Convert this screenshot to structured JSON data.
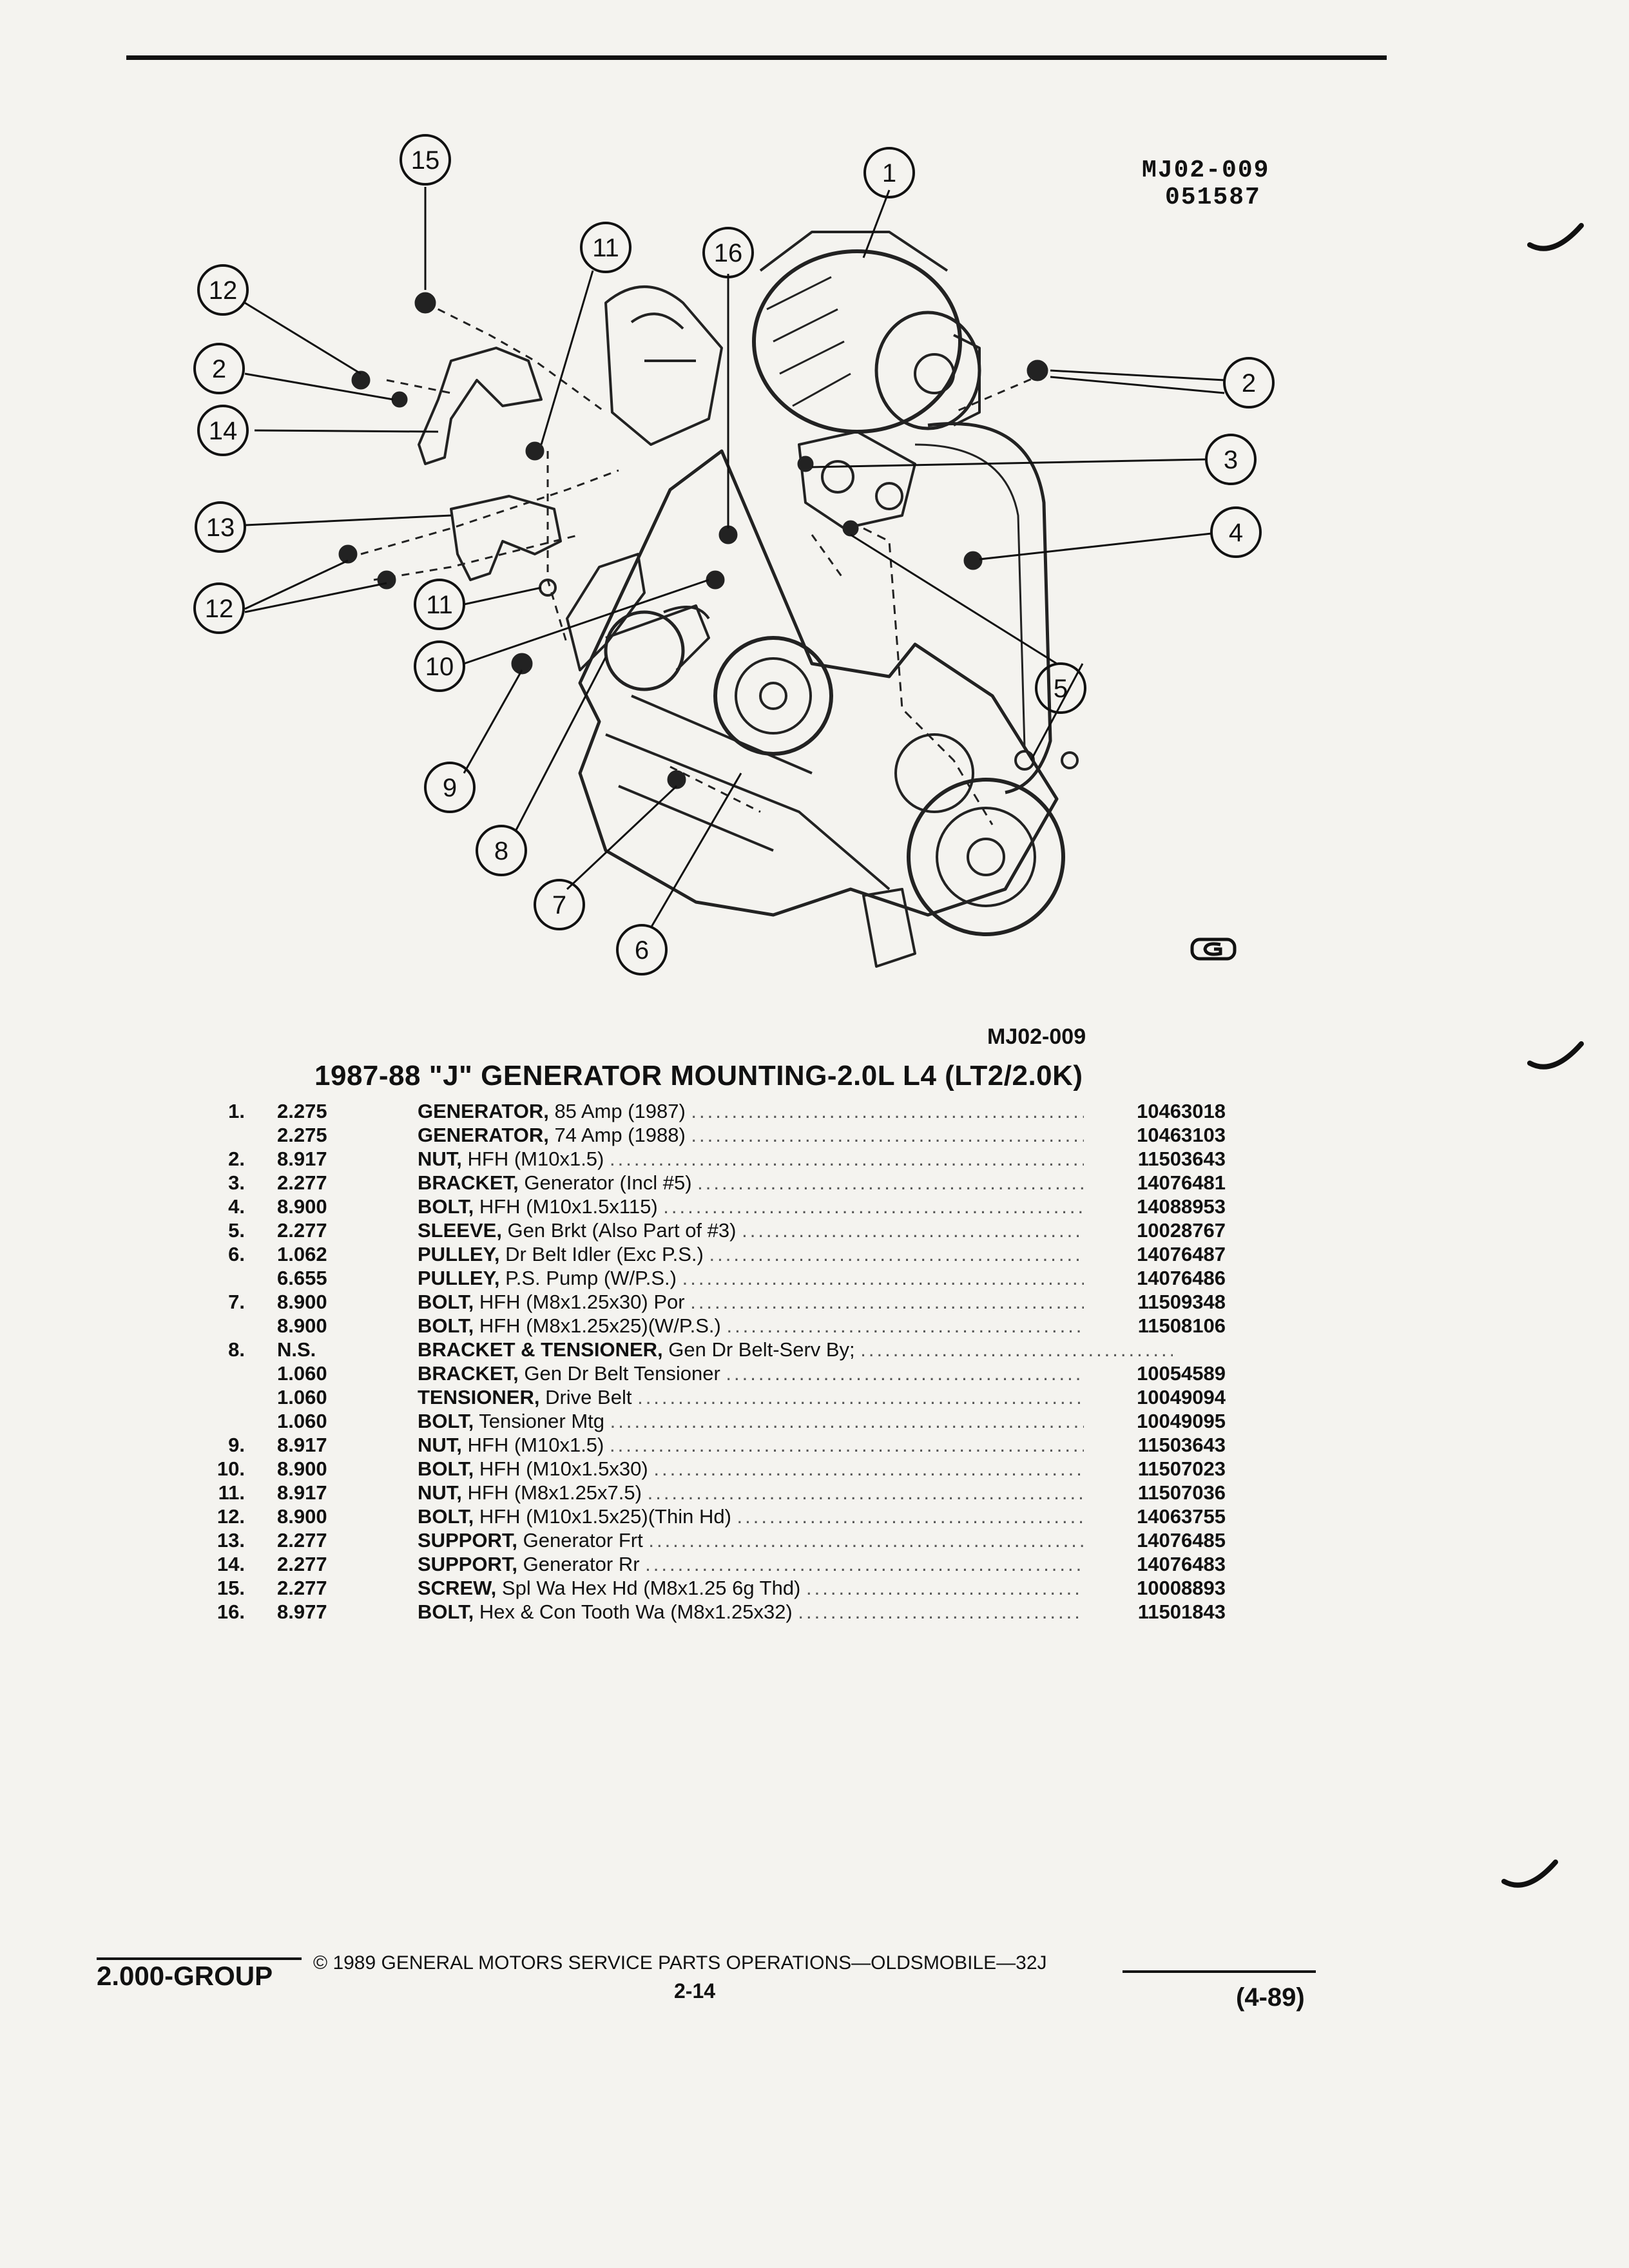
{
  "figure": {
    "code_line1": "MJ02-009",
    "code_line2": "051587",
    "caption": "MJ02-009",
    "callouts": [
      "15",
      "1",
      "11",
      "16",
      "12",
      "2",
      "2",
      "14",
      "3",
      "13",
      "4",
      "12",
      "11",
      "10",
      "5",
      "9",
      "8",
      "7",
      "6"
    ]
  },
  "title": "1987-88 \"J\" GENERATOR MOUNTING-2.0L L4 (LT2/2.0K)",
  "parts": [
    {
      "idx": "1.",
      "group": "2.275",
      "name": "GENERATOR,",
      "detail": " 85 Amp (1987)",
      "pn": "10463018"
    },
    {
      "idx": "",
      "group": "2.275",
      "name": "GENERATOR,",
      "detail": " 74 Amp (1988)",
      "pn": "10463103"
    },
    {
      "idx": "2.",
      "group": "8.917",
      "name": "NUT,",
      "detail": " HFH (M10x1.5)",
      "pn": "11503643"
    },
    {
      "idx": "3.",
      "group": "2.277",
      "name": "BRACKET,",
      "detail": " Generator (Incl #5)",
      "pn": "14076481"
    },
    {
      "idx": "4.",
      "group": "8.900",
      "name": "BOLT,",
      "detail": " HFH (M10x1.5x115)",
      "pn": "14088953"
    },
    {
      "idx": "5.",
      "group": "2.277",
      "name": "SLEEVE,",
      "detail": " Gen Brkt (Also Part of #3)",
      "pn": "10028767"
    },
    {
      "idx": "6.",
      "group": "1.062",
      "name": "PULLEY,",
      "detail": " Dr Belt Idler (Exc P.S.)",
      "pn": "14076487"
    },
    {
      "idx": "",
      "group": "6.655",
      "name": "PULLEY,",
      "detail": " P.S. Pump (W/P.S.)",
      "pn": "14076486"
    },
    {
      "idx": "7.",
      "group": "8.900",
      "name": "BOLT,",
      "detail": " HFH (M8x1.25x30) Por",
      "pn": "11509348"
    },
    {
      "idx": "",
      "group": "8.900",
      "name": "BOLT,",
      "detail": " HFH (M8x1.25x25)(W/P.S.)",
      "pn": "11508106"
    },
    {
      "idx": "8.",
      "group": "N.S.",
      "name": "BRACKET & TENSIONER,",
      "detail": " Gen Dr Belt-Serv By;",
      "pn": ""
    },
    {
      "idx": "",
      "group": "1.060",
      "name": "BRACKET,",
      "detail": " Gen Dr Belt Tensioner",
      "pn": "10054589"
    },
    {
      "idx": "",
      "group": "1.060",
      "name": "TENSIONER,",
      "detail": " Drive Belt",
      "pn": "10049094"
    },
    {
      "idx": "",
      "group": "1.060",
      "name": "BOLT,",
      "detail": " Tensioner Mtg",
      "pn": "10049095"
    },
    {
      "idx": "9.",
      "group": "8.917",
      "name": "NUT,",
      "detail": " HFH (M10x1.5)",
      "pn": "11503643"
    },
    {
      "idx": "10.",
      "group": "8.900",
      "name": "BOLT,",
      "detail": " HFH (M10x1.5x30)",
      "pn": "11507023"
    },
    {
      "idx": "11.",
      "group": "8.917",
      "name": "NUT,",
      "detail": " HFH (M8x1.25x7.5)",
      "pn": "11507036"
    },
    {
      "idx": "12.",
      "group": "8.900",
      "name": "BOLT,",
      "detail": " HFH (M10x1.5x25)(Thin Hd)",
      "pn": "14063755"
    },
    {
      "idx": "13.",
      "group": "2.277",
      "name": "SUPPORT,",
      "detail": " Generator Frt",
      "pn": "14076485"
    },
    {
      "idx": "14.",
      "group": "2.277",
      "name": "SUPPORT,",
      "detail": " Generator Rr",
      "pn": "14076483"
    },
    {
      "idx": "15.",
      "group": "2.277",
      "name": "SCREW,",
      "detail": " Spl Wa Hex Hd (M8x1.25 6g Thd)",
      "pn": "10008893"
    },
    {
      "idx": "16.",
      "group": "8.977",
      "name": "BOLT,",
      "detail": " Hex & Con Tooth Wa (M8x1.25x32)",
      "pn": "11501843"
    }
  ],
  "leader_dots": "................................................................................",
  "footer": {
    "group": "2.000-GROUP",
    "copyright": "© 1989  GENERAL MOTORS SERVICE PARTS OPERATIONS—OLDSMOBILE—32J",
    "page": "2-14",
    "date": "(4-89)"
  }
}
